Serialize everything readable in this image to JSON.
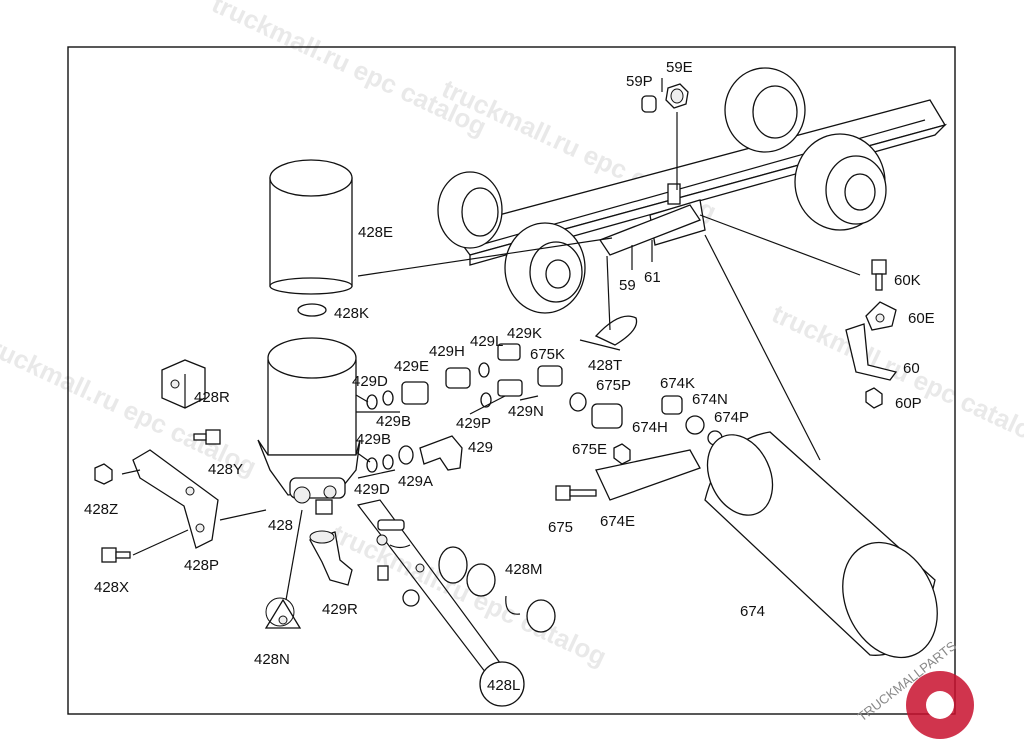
{
  "watermark": {
    "text": "truckmall.ru epc catalog",
    "logo_text": "TRUCKMALLPARTS",
    "logo_color": "#c8102e"
  },
  "labels": {
    "p59P": "59P",
    "p59E": "59E",
    "p59": "59",
    "p61": "61",
    "p60K": "60K",
    "p60E": "60E",
    "p60": "60",
    "p60P": "60P",
    "p428E": "428E",
    "p428K": "428K",
    "p428R": "428R",
    "p428Y": "428Y",
    "p428Z": "428Z",
    "p428": "428",
    "p428P": "428P",
    "p428X": "428X",
    "p428N": "428N",
    "p428T": "428T",
    "p428M": "428M",
    "p428L": "428L",
    "p429D_a": "429D",
    "p429B_a": "429B",
    "p429B_b": "429B",
    "p429D_b": "429D",
    "p429E": "429E",
    "p429H": "429H",
    "p429L": "429L",
    "p429K": "429K",
    "p429P": "429P",
    "p429N": "429N",
    "p429": "429",
    "p429A": "429A",
    "p429R": "429R",
    "p675K": "675K",
    "p675P": "675P",
    "p675E": "675E",
    "p675": "675",
    "p674K": "674K",
    "p674N": "674N",
    "p674P": "674P",
    "p674H": "674H",
    "p674E": "674E",
    "p674": "674"
  }
}
